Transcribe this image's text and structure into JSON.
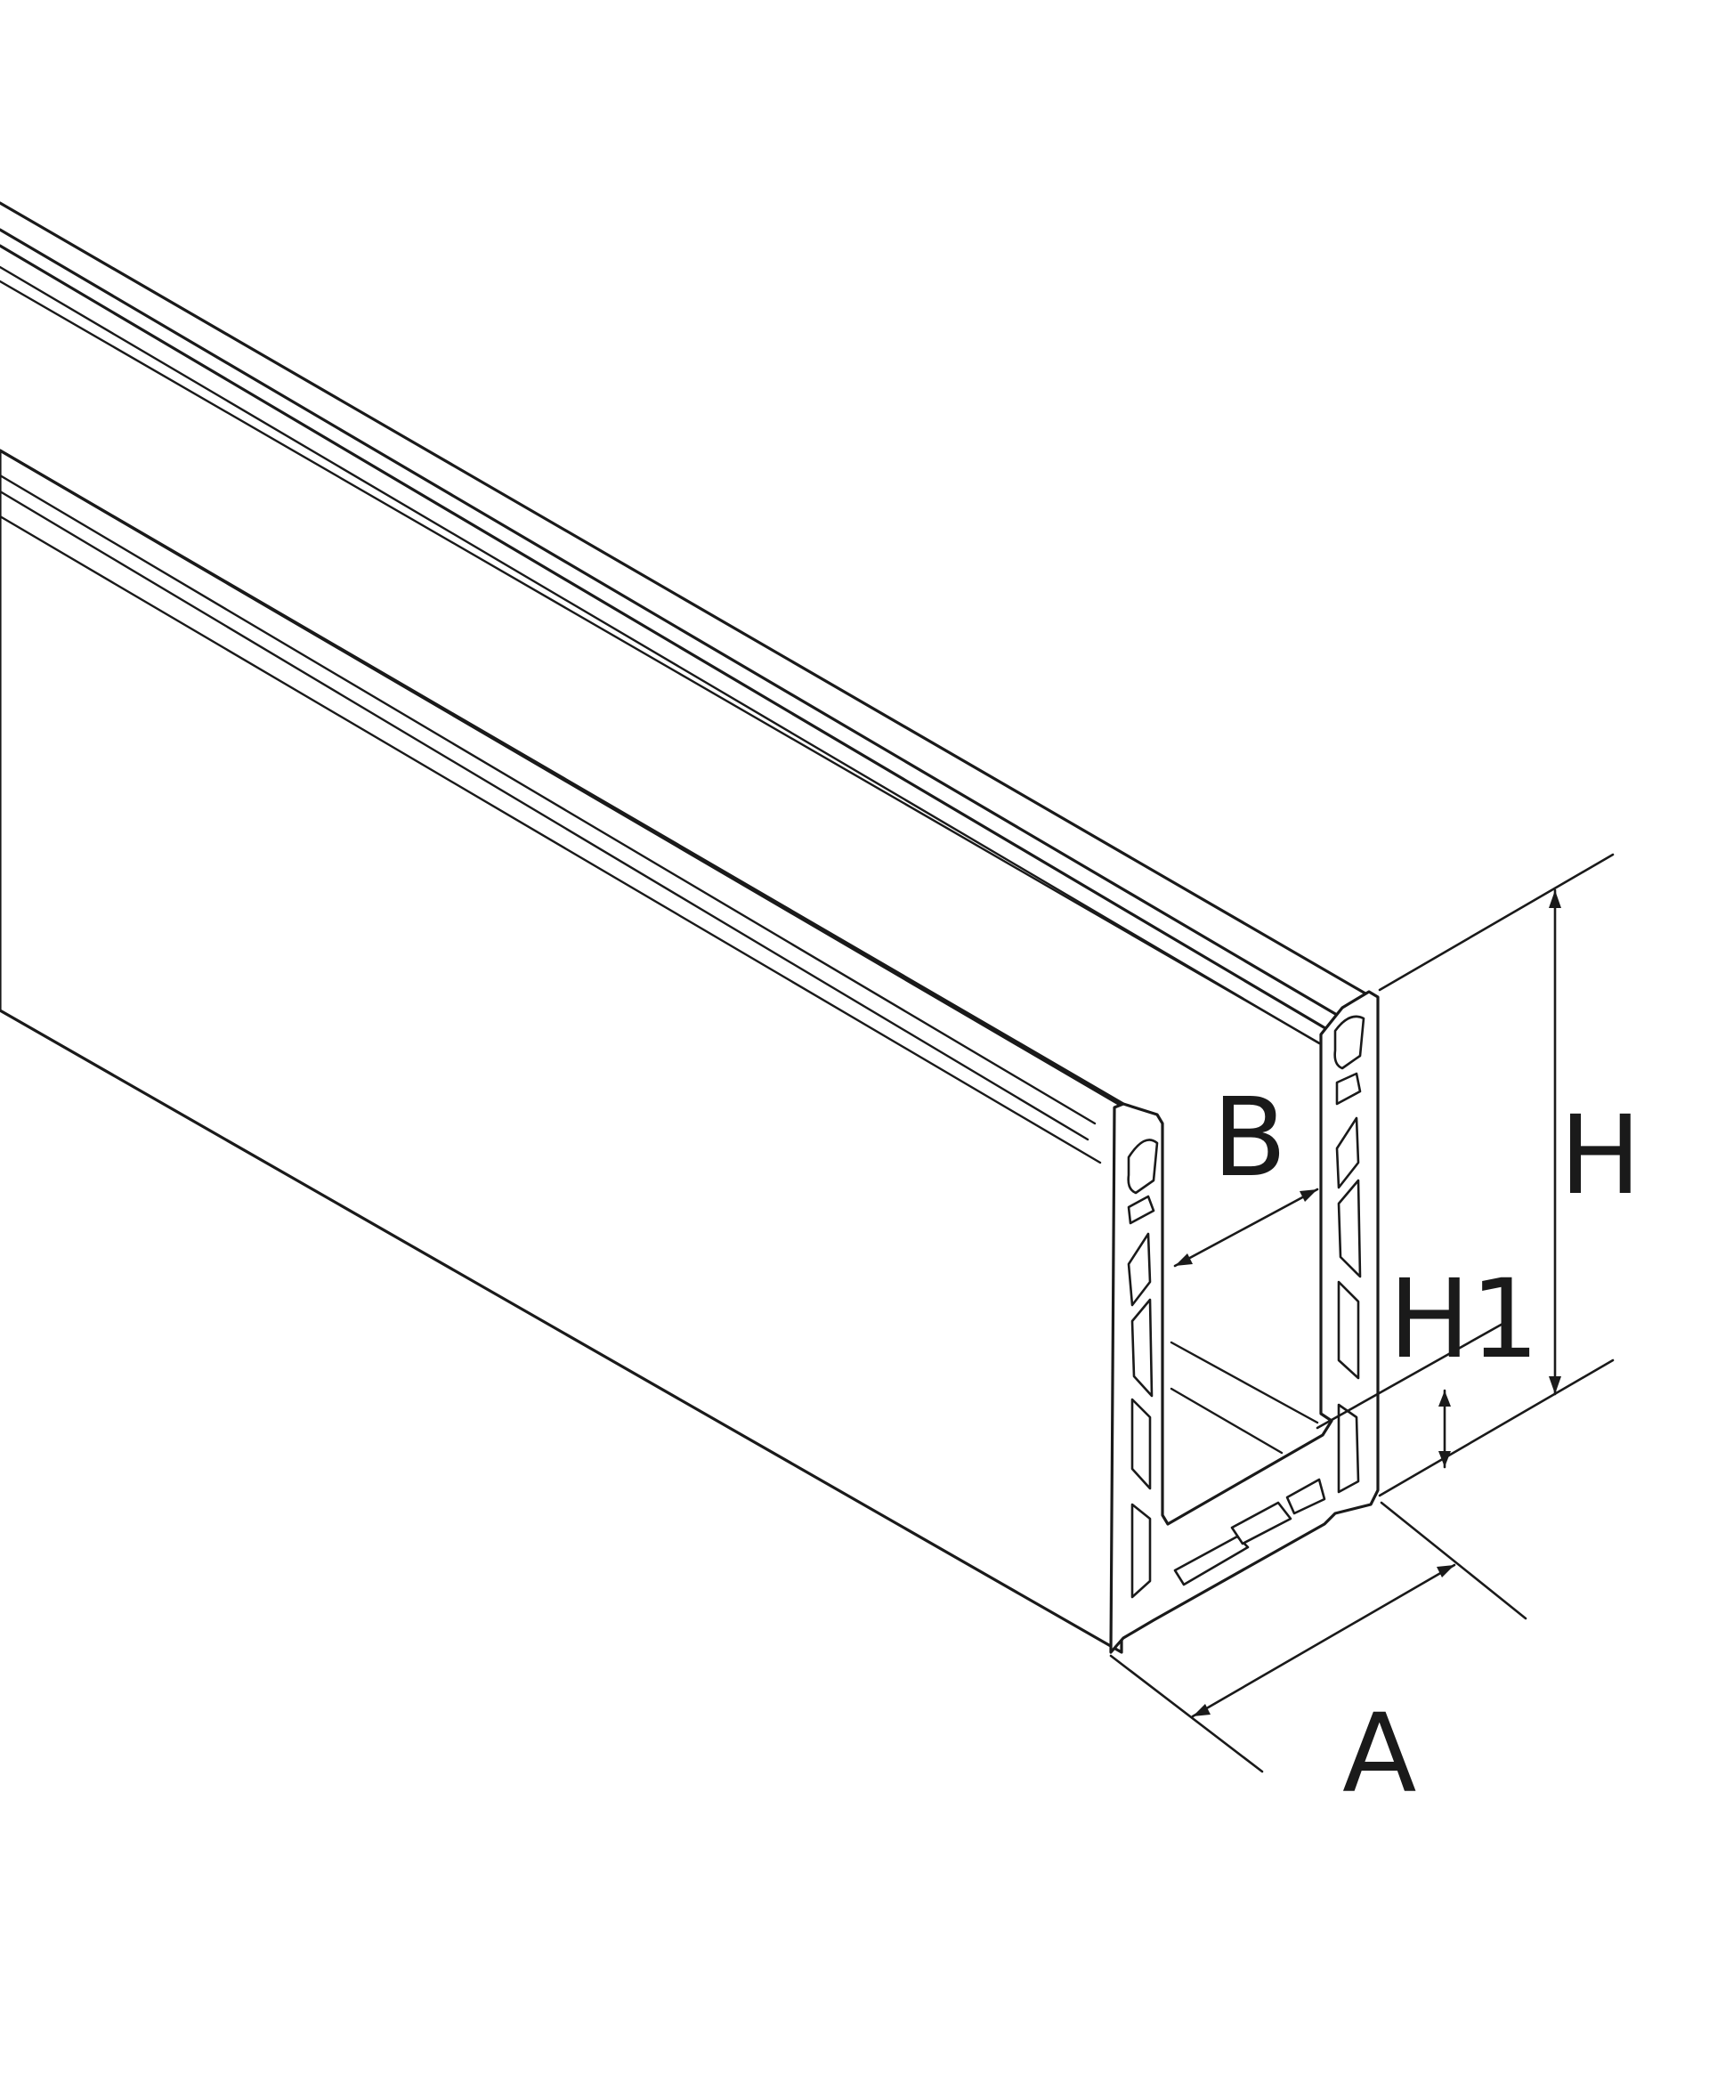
{
  "diagram": {
    "colors": {
      "line": "#1a1a1a",
      "background": "#ffffff"
    },
    "dimensions": {
      "A": "A",
      "B": "B",
      "H": "H",
      "H1": "H1"
    }
  }
}
